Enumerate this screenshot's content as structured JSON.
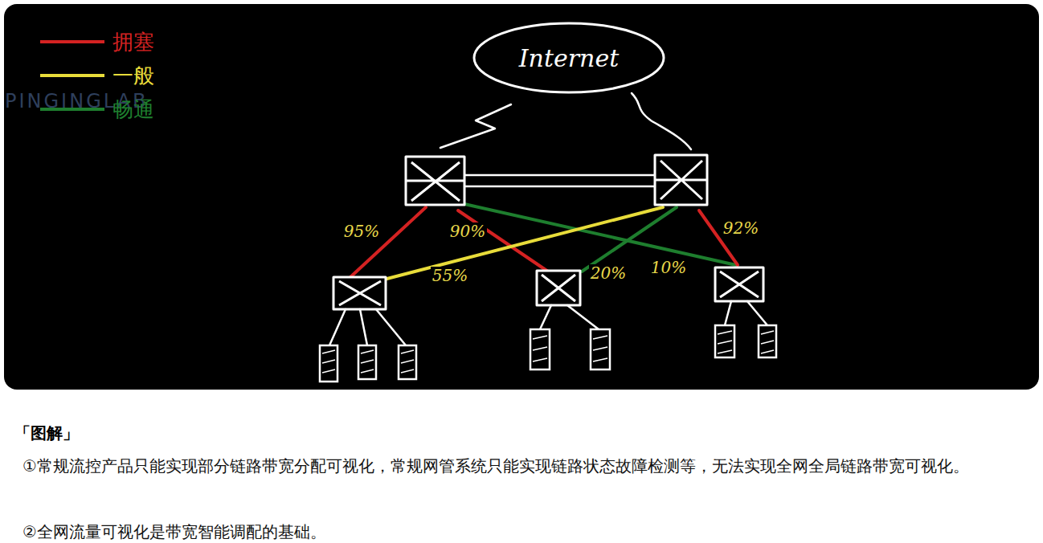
{
  "diagram": {
    "nodes": [
      {
        "text": [
          "Internet"
        ]
      }
    ],
    "labels": [
      "PINGINGLAB",
      "95%",
      "90%",
      "55%",
      "20%",
      "10%",
      "92%",
      "「图解」",
      "①常规流控产品只能实现部分链路带宽分配可视化，常规网管系统只能实现链路状态故障检测等，无法实现全网全局链路带宽可视化。",
      "②全网流量可视化是带宽智能调配的基础。"
    ],
    "legend": [
      {
        "text": "拥塞",
        "color": "#d42222"
      },
      {
        "text": "一般",
        "color": "#e8dc3a"
      },
      {
        "text": "畅通",
        "color": "#1e7e2e"
      }
    ]
  }
}
